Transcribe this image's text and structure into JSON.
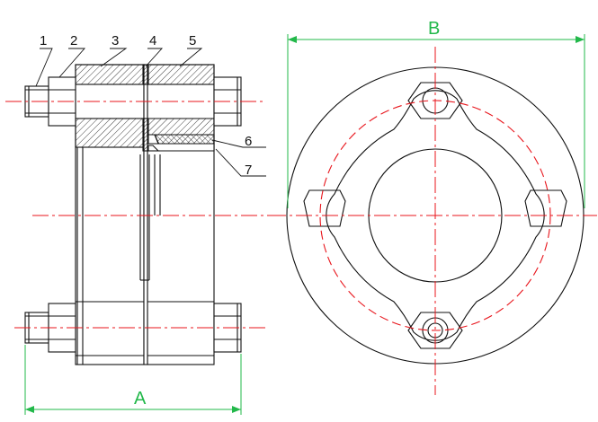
{
  "part_labels": [
    "1",
    "2",
    "3",
    "4",
    "5",
    "6",
    "7"
  ],
  "dimensions": {
    "a_label": "A",
    "b_label": "B"
  },
  "colors": {
    "line": "#111111",
    "centerline": "#e8141b",
    "dimension": "#22b84a",
    "background": "#ffffff"
  }
}
